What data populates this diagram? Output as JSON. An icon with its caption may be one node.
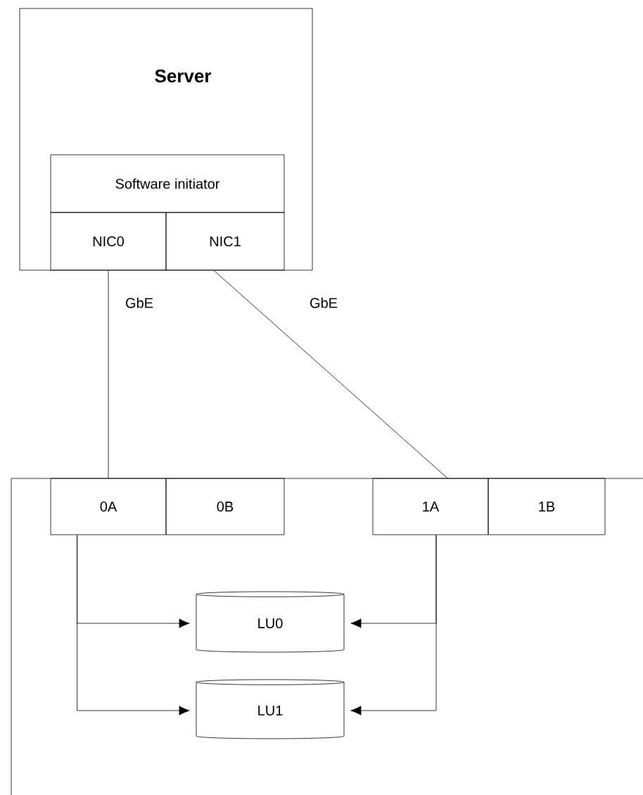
{
  "diagram": {
    "nodes": [
      {
        "text": [
          "Server"
        ]
      },
      {
        "text": [
          "Software initiator"
        ],
        "in": 0
      },
      {
        "text": [
          "NIC0"
        ],
        "in": 0
      },
      {
        "text": [
          "NIC1"
        ],
        "in": 0
      },
      {
        "text": [],
        "shape": "box"
      },
      {
        "text": [
          "0A"
        ],
        "in": 4
      },
      {
        "text": [
          "0B"
        ],
        "in": 4
      },
      {
        "text": [
          "1A"
        ],
        "in": 4
      },
      {
        "text": [
          "1B"
        ],
        "in": 4
      },
      {
        "text": [
          "LU0"
        ],
        "in": 4
      },
      {
        "text": [
          "LU1"
        ],
        "in": 4
      }
    ],
    "edges": [
      {
        "from": 2,
        "to": 5,
        "arrow": "none",
        "label": "GbE"
      },
      {
        "from": 3,
        "to": 7,
        "arrow": "none",
        "label": "GbE"
      },
      {
        "from": 5,
        "to": 9,
        "arrow": "to"
      },
      {
        "from": 5,
        "to": 10,
        "arrow": "to"
      },
      {
        "from": 7,
        "to": 9,
        "arrow": "to"
      },
      {
        "from": 7,
        "to": 10,
        "arrow": "to"
      }
    ]
  }
}
